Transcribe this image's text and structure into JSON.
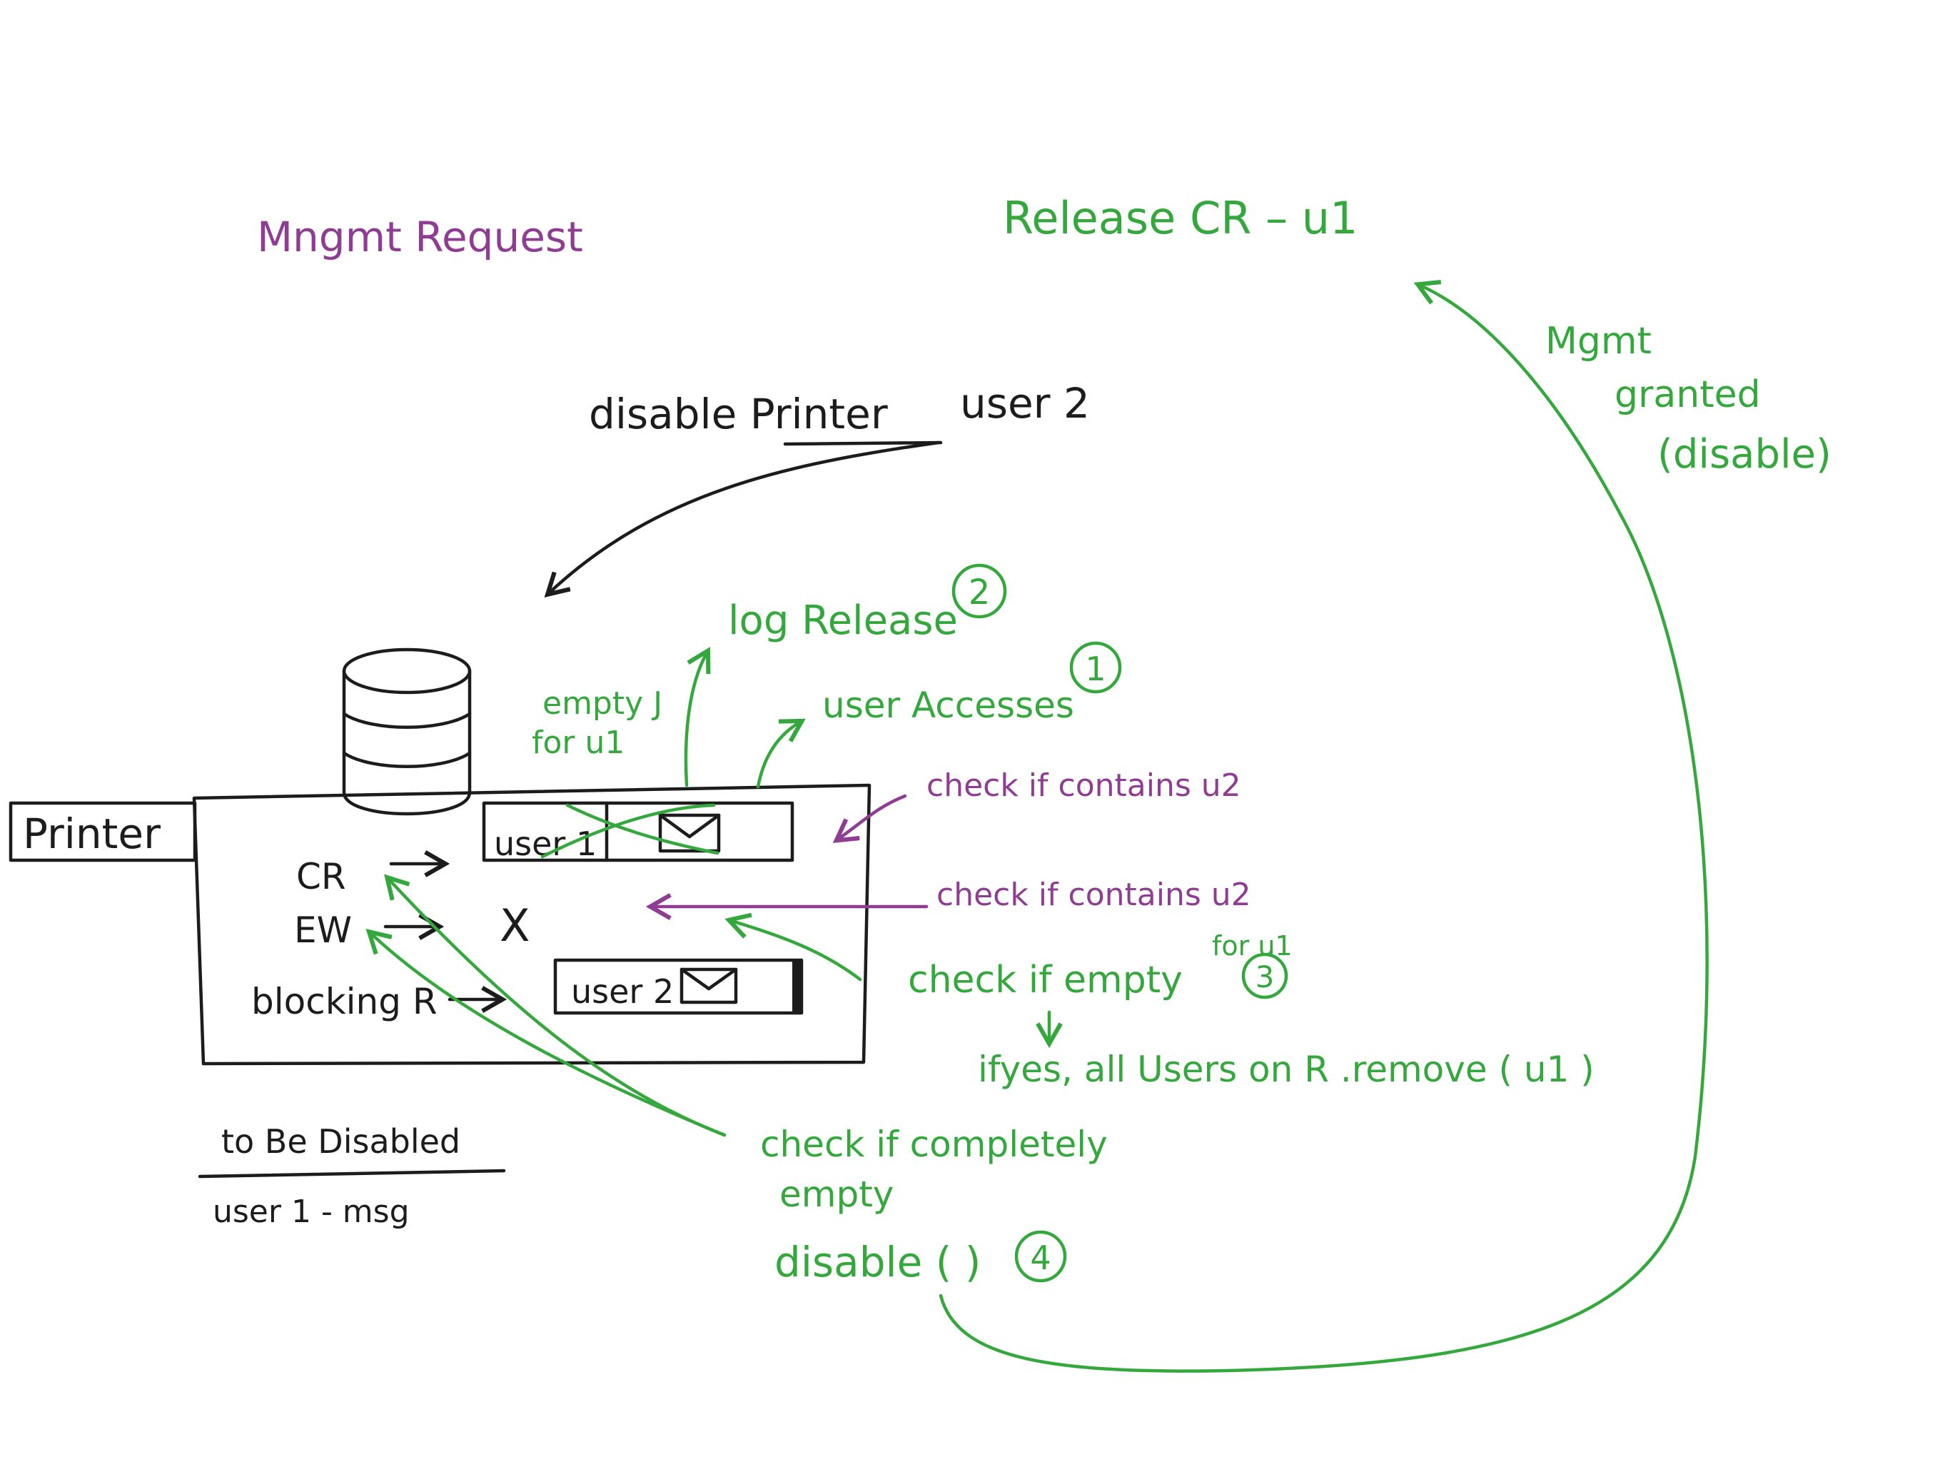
{
  "colors": {
    "black_ink": "#1c1c1c",
    "green_ink": "#35a83d",
    "purple_ink": "#8f3c93",
    "background": "#ffffff"
  },
  "titles": {
    "mgmt_request": "Mngmt Request",
    "release": "Release   CR  –  u1",
    "disable_printer": "disable  Printer",
    "user2_source": "user 2"
  },
  "mgmt_granted": {
    "line1": "Mgmt",
    "line2": "granted",
    "line3": "(disable)"
  },
  "printer": {
    "label": "Printer",
    "rows": {
      "cr": "CR",
      "ew": "EW",
      "blocking": "blocking R"
    },
    "cr_slot_user": "user 1",
    "ew_slot": "X",
    "blocking_slot_user": "user 2",
    "icons": {
      "database": "database-icon",
      "envelope": "envelope-icon"
    }
  },
  "to_be_disabled": {
    "heading": "to Be Disabled",
    "entry": "user 1  -  msg"
  },
  "steps": {
    "empty_for_u1_line1": "empty J",
    "empty_for_u1_line2": "for u1",
    "log_release": "log Release",
    "log_release_num": "2",
    "user_accesses": "user Accesses",
    "user_accesses_num": "1",
    "check_contains_u2_top": "check  if   contains  u2",
    "check_contains_u2_mid": "check  if    contains   u2",
    "check_if_empty": "check   if   empty",
    "check_if_empty_sub": "for u1",
    "check_if_empty_num": "3",
    "if_yes": "ifyes,   all Users on R .remove ( u1 )",
    "check_completely_line1": "check  if  completely",
    "check_completely_line2": "empty",
    "disable_call": "disable ( )",
    "disable_call_num": "4"
  }
}
